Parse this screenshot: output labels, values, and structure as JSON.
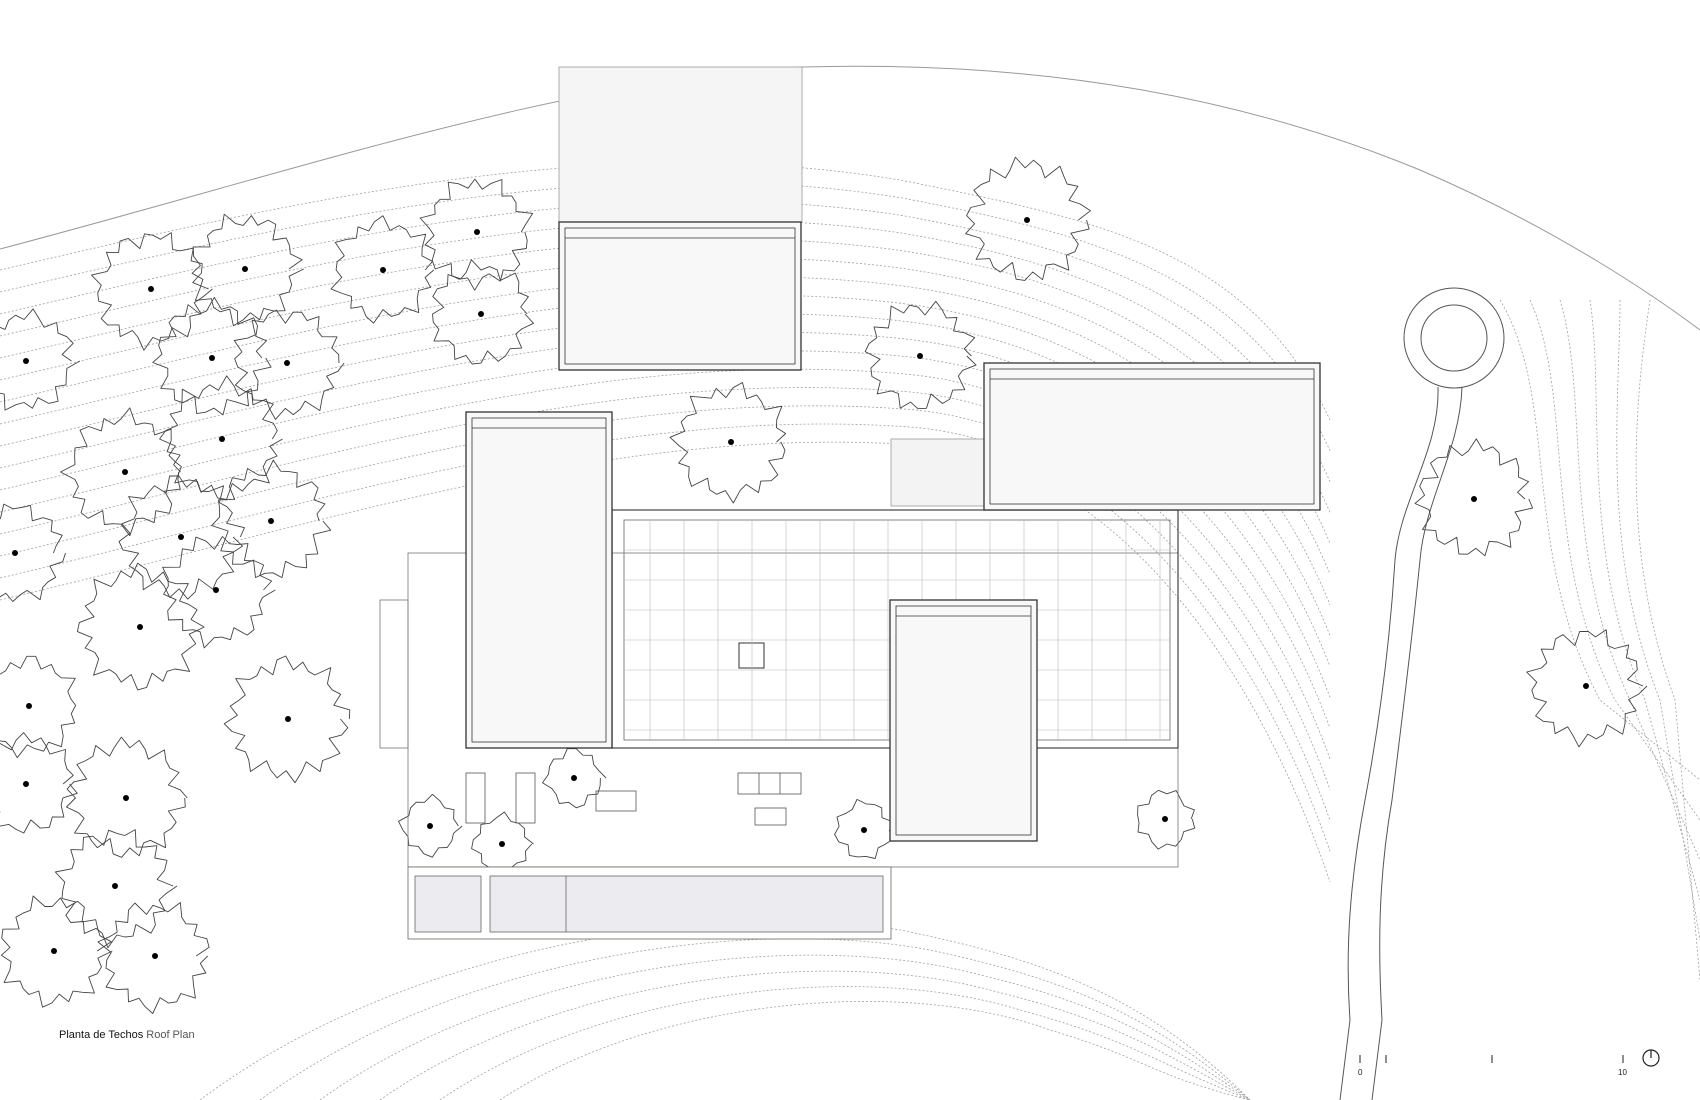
{
  "title": {
    "es": "Planta de Techos",
    "en": "Roof Plan"
  },
  "scale_bar": {
    "start_label": "0",
    "end_label": "10"
  },
  "north_arrow": "north-arrow-icon",
  "colors": {
    "line": "#333333",
    "contour": "#9a9a9a",
    "pool": "#ebebf0",
    "tree_dot": "#000000"
  }
}
